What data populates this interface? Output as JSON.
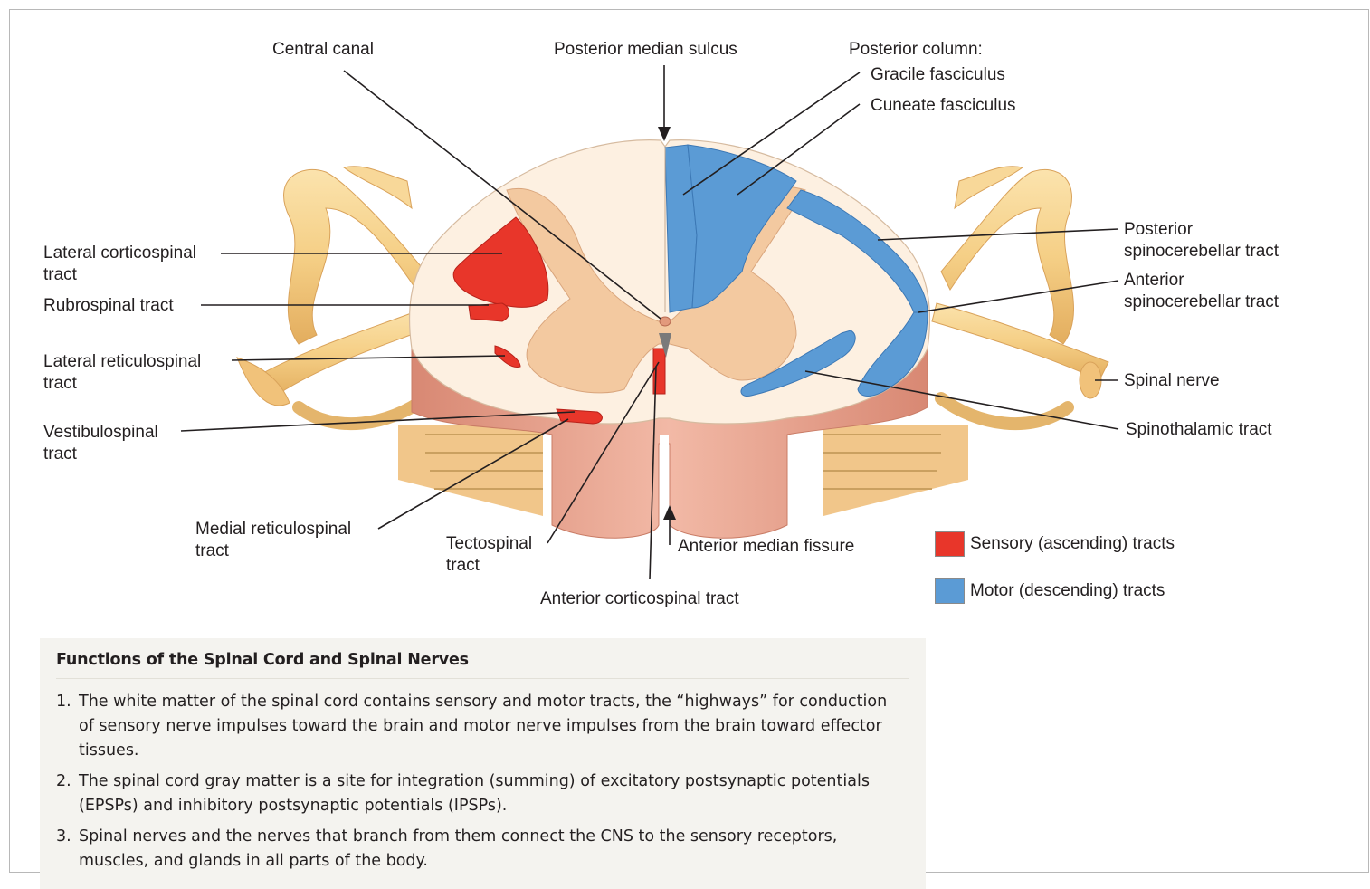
{
  "diagram": {
    "labels": {
      "central_canal": "Central canal",
      "posterior_median_sulcus": "Posterior median sulcus",
      "posterior_column": "Posterior column:",
      "gracile_fasciculus": "Gracile fasciculus",
      "cuneate_fasciculus": "Cuneate fasciculus",
      "lateral_corticospinal_1": "Lateral corticospinal",
      "lateral_corticospinal_2": "tract",
      "rubrospinal": "Rubrospinal tract",
      "lateral_reticulospinal_1": "Lateral reticulospinal",
      "lateral_reticulospinal_2": "tract",
      "vestibulospinal_1": "Vestibulospinal",
      "vestibulospinal_2": "tract",
      "medial_reticulospinal_1": "Medial reticulospinal",
      "medial_reticulospinal_2": "tract",
      "tectospinal_1": "Tectospinal",
      "tectospinal_2": "tract",
      "anterior_median_fissure": "Anterior median fissure",
      "anterior_corticospinal": "Anterior corticospinal tract",
      "posterior_spinocerebellar_1": "Posterior",
      "posterior_spinocerebellar_2": "spinocerebellar tract",
      "anterior_spinocerebellar_1": "Anterior",
      "anterior_spinocerebellar_2": "spinocerebellar tract",
      "spinal_nerve": "Spinal nerve",
      "spinothalamic": "Spinothalamic tract"
    },
    "colors": {
      "red_tract": "#e8362a",
      "blue_tract": "#5b9bd5",
      "gray_matter": "#f3c9a0",
      "white_matter": "#fdf0e1",
      "nerve": "#f5cf86",
      "cord_side": "#e9a391"
    }
  },
  "legend": {
    "items": [
      {
        "label": "Sensory (ascending) tracts",
        "color": "#e8362a"
      },
      {
        "label": "Motor (descending) tracts",
        "color": "#5b9bd5"
      }
    ]
  },
  "functions": {
    "title": "Functions of the Spinal Cord and Spinal Nerves",
    "items": [
      {
        "num": "1.",
        "text": "The white matter of the spinal cord contains sensory and motor tracts, the “highways” for conduction of sensory nerve impulses toward the brain and motor nerve impulses from the brain toward effector tissues."
      },
      {
        "num": "2.",
        "text": "The spinal cord gray matter is a site for integration (summing) of excitatory postsynaptic potentials (EPSPs) and inhibitory postsynaptic potentials (IPSPs)."
      },
      {
        "num": "3.",
        "text": "Spinal nerves and the nerves that branch from them connect the CNS to the sensory receptors, muscles, and glands in all parts of the body."
      }
    ]
  }
}
